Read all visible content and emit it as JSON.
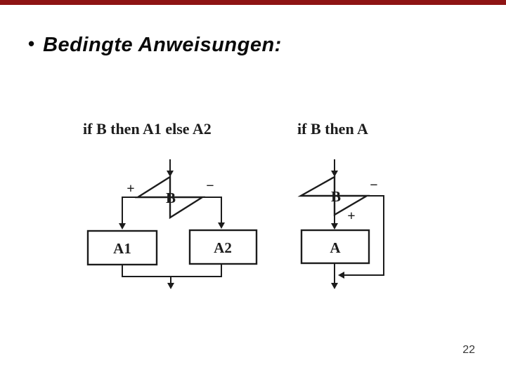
{
  "slide": {
    "title_bullet": "•",
    "title": "Bedingte Anweisungen:",
    "page_number": "22"
  },
  "colors": {
    "accent_bar": "#8e1414",
    "diagram_ink": "#1c1c1c",
    "title_text": "#0a0a0a",
    "page_number_text": "#383838",
    "background": "#ffffff"
  },
  "figures": {
    "left": {
      "caption": "if B then A1 else A2",
      "condition_label": "B",
      "plus_label": "+",
      "minus_label": "−",
      "then_box_label": "A1",
      "else_box_label": "A2"
    },
    "right": {
      "caption": "if B then A",
      "condition_label": "B",
      "plus_label": "+",
      "minus_label": "−",
      "then_box_label": "A"
    }
  }
}
